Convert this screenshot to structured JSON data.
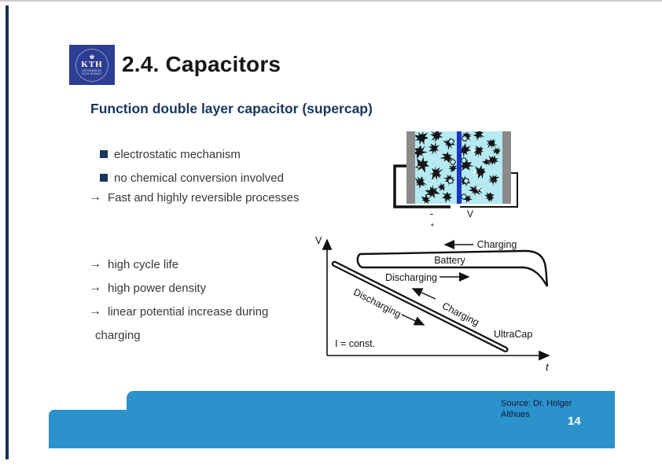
{
  "logo": {
    "org": "KTH",
    "motto_line1": "VETENSKAP",
    "motto_line2": "OCH KONST"
  },
  "header": {
    "title": "2.4. Capacitors"
  },
  "content": {
    "subtitle": "Function double layer capacitor (supercap)",
    "bullets": [
      "electrostatic mechanism",
      "no chemical conversion involved"
    ],
    "conclusion": {
      "arrow": "→",
      "text": "Fast and highly reversible processes"
    },
    "benefits": [
      {
        "arrow": "→",
        "text": "high cycle life"
      },
      {
        "arrow": "→",
        "text": "high power density"
      },
      {
        "arrow": "→",
        "text": "linear potential increase during"
      },
      {
        "arrow": "",
        "text": "charging"
      }
    ]
  },
  "capacitor_diagram": {
    "voltmeter_label": "V",
    "terminal_minus": "-",
    "terminal_plus": "+",
    "ion_plus": "+",
    "ion_minus": "-"
  },
  "chart_data": {
    "type": "line",
    "title": "",
    "xlabel": "t",
    "ylabel": "V",
    "annotation_current": "I = const.",
    "axes": {
      "x_arrow": true,
      "y_arrow": true,
      "grid": false,
      "ticks": "none (schematic)"
    },
    "series": [
      {
        "name": "Battery",
        "shape": "flat high-voltage plateau vs time, sharp voltage drop at right end of discharge",
        "labels": {
          "charging": "Charging",
          "discharging": "Discharging"
        },
        "charging_arrow_direction": "left",
        "discharging_arrow_direction": "right"
      },
      {
        "name": "UltraCap",
        "shape": "linear voltage decrease with time at constant current (narrow diagonal band from upper-left to lower-right)",
        "labels": {
          "charging": "Charging",
          "discharging": "Discharging"
        },
        "charging_arrow_direction": "up-left along band",
        "discharging_arrow_direction": "down-right along band"
      }
    ]
  },
  "footer": {
    "source_line1": "Source: Dr. Holger",
    "source_line2": "Althues",
    "page_number": "14"
  },
  "colors": {
    "accent_navy": "#17365d",
    "left_rule_navy": "#1c2e56",
    "footer_blue": "#2b92cc",
    "logo_blue": "#2c3d93",
    "electrolyte_cyan": "#b5eaf2",
    "separator_blue": "#1a35c4",
    "electrode_gray": "#8a8a8a"
  }
}
